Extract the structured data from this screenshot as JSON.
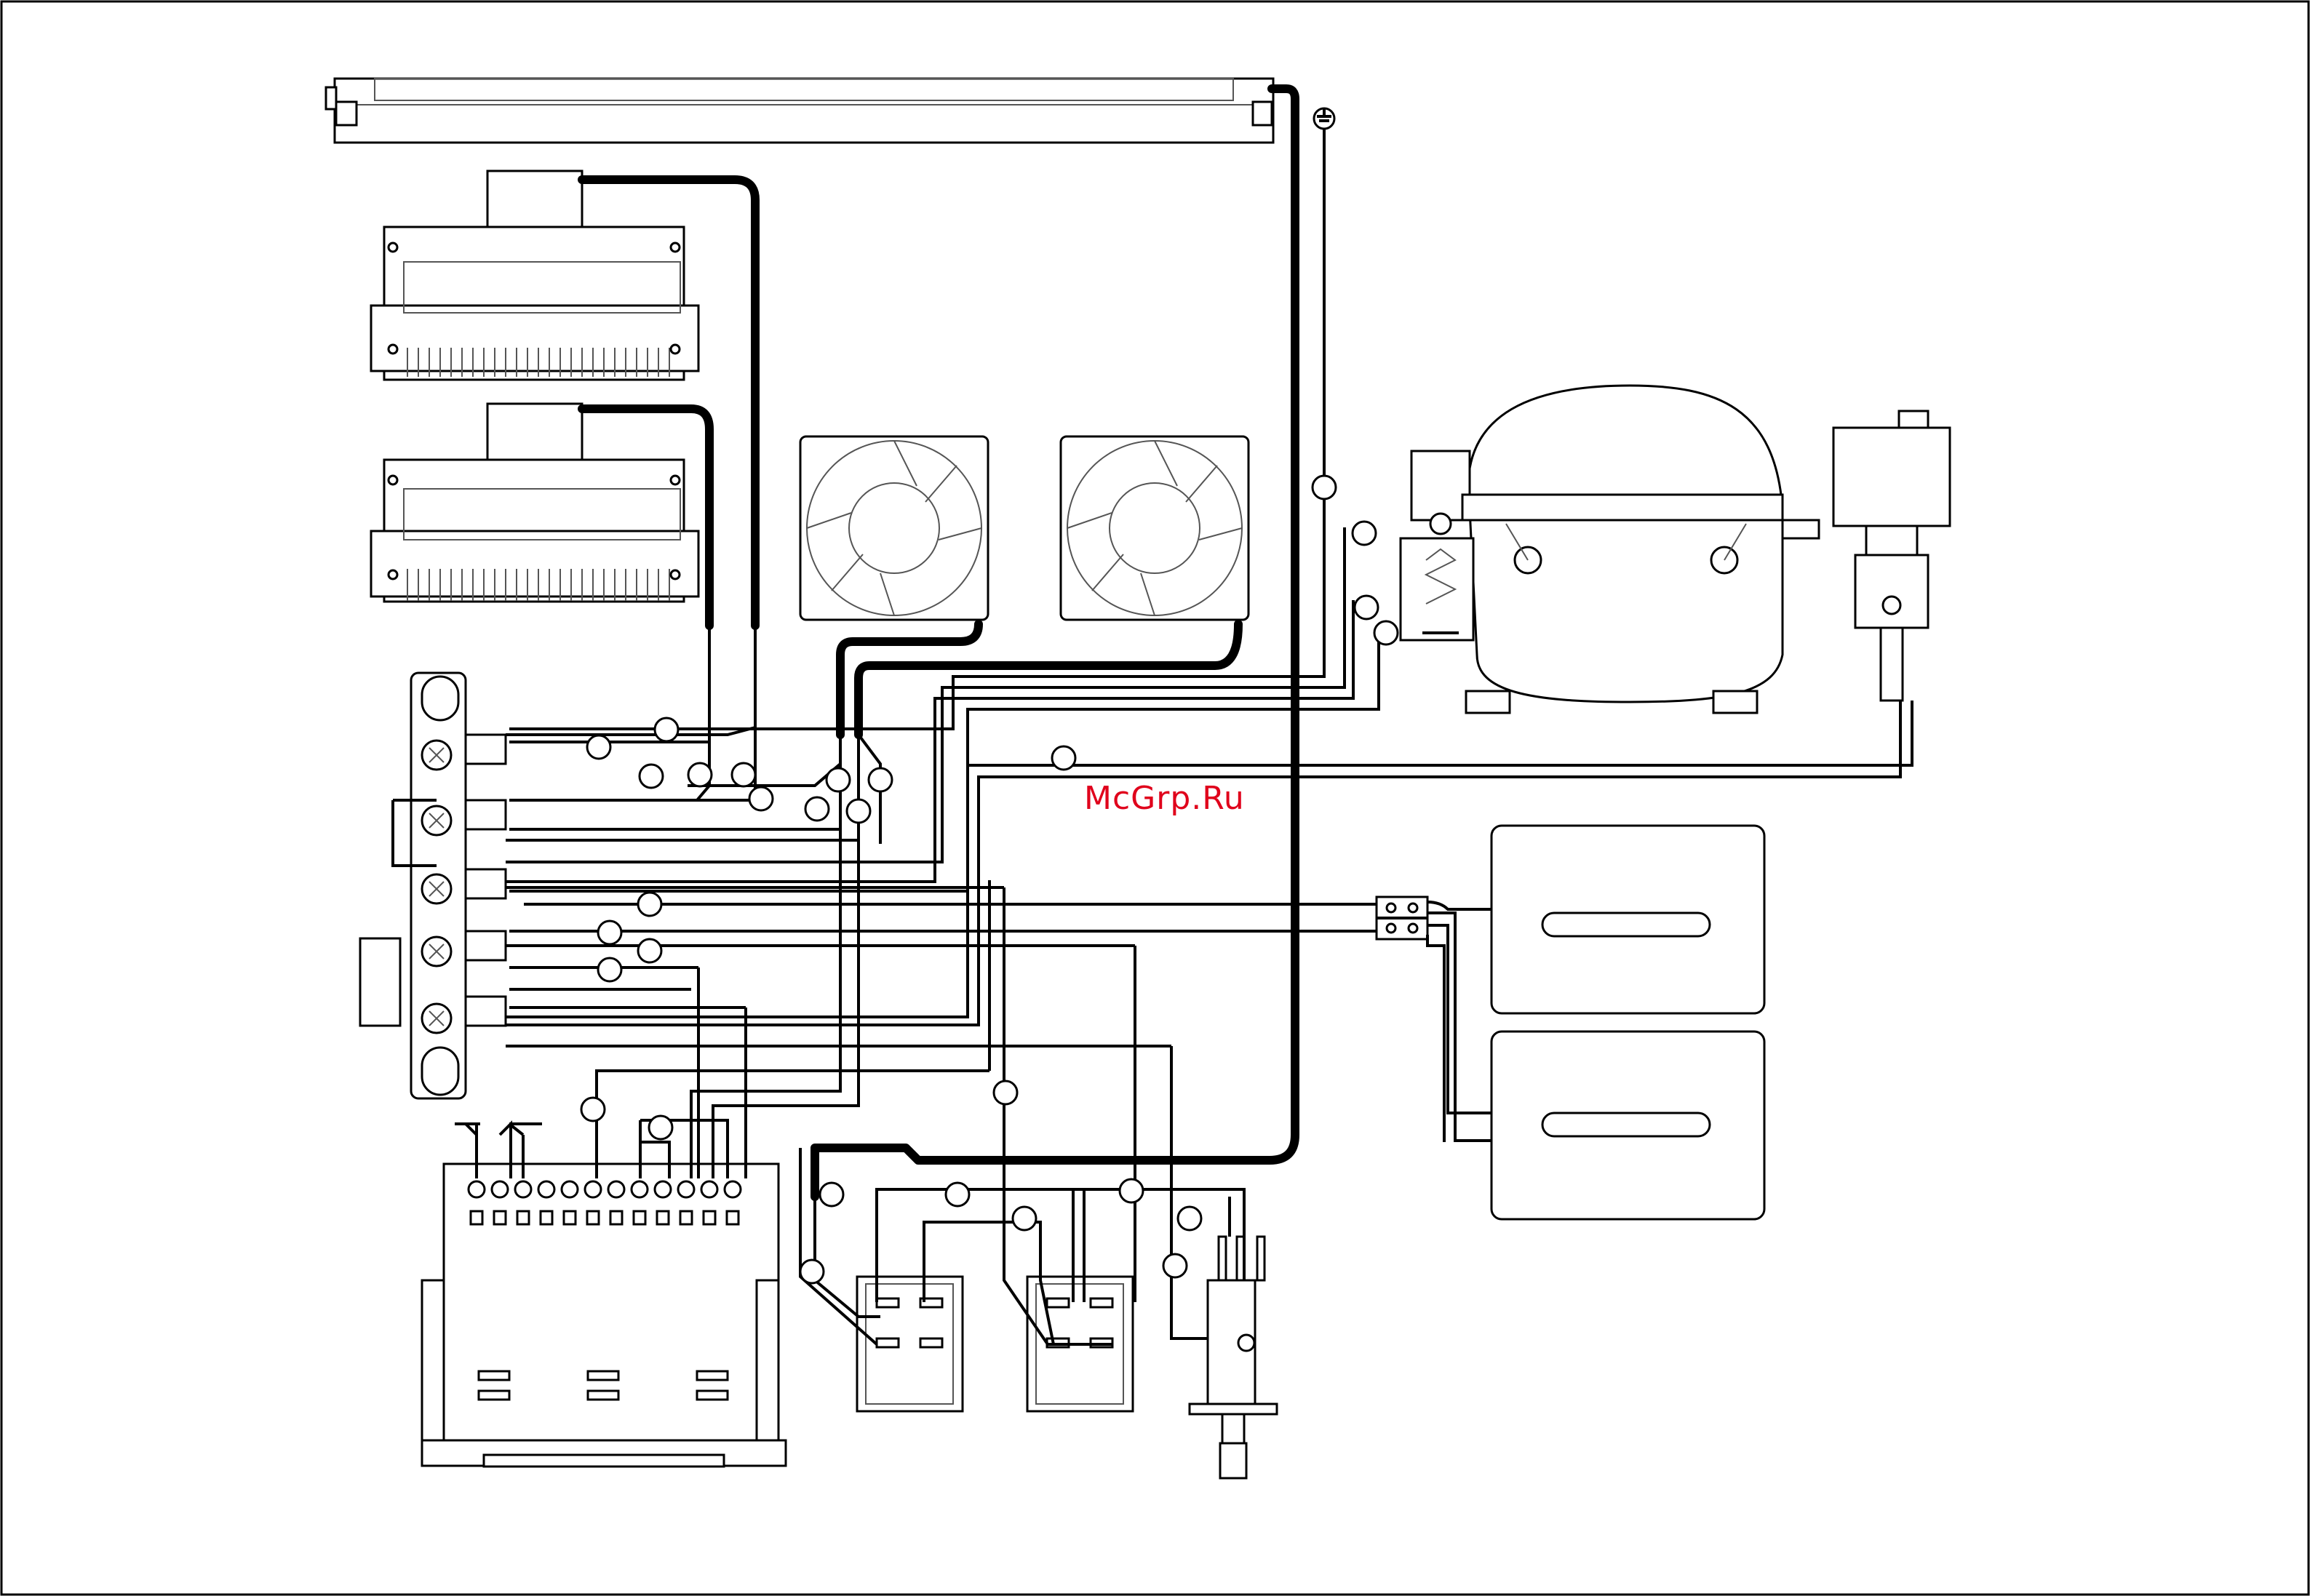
{
  "watermark": {
    "text": "McGrp.Ru",
    "color": "#e0001b"
  },
  "components": {
    "lamp": "fluorescent-lamp",
    "heaters": [
      "heater-1",
      "heater-2"
    ],
    "fans": [
      "fan-1",
      "fan-2"
    ],
    "compressor": "compressor",
    "solenoid_valve": "solenoid-valve",
    "thermostat_panels": [
      "thermostat-panel-1",
      "thermostat-panel-2"
    ],
    "terminal_block": "terminal-block",
    "controller": "electronic-controller",
    "switches": [
      "rocker-switch-1",
      "rocker-switch-2"
    ],
    "door_switch": "door-switch",
    "ground_symbol": "ground-icon"
  }
}
